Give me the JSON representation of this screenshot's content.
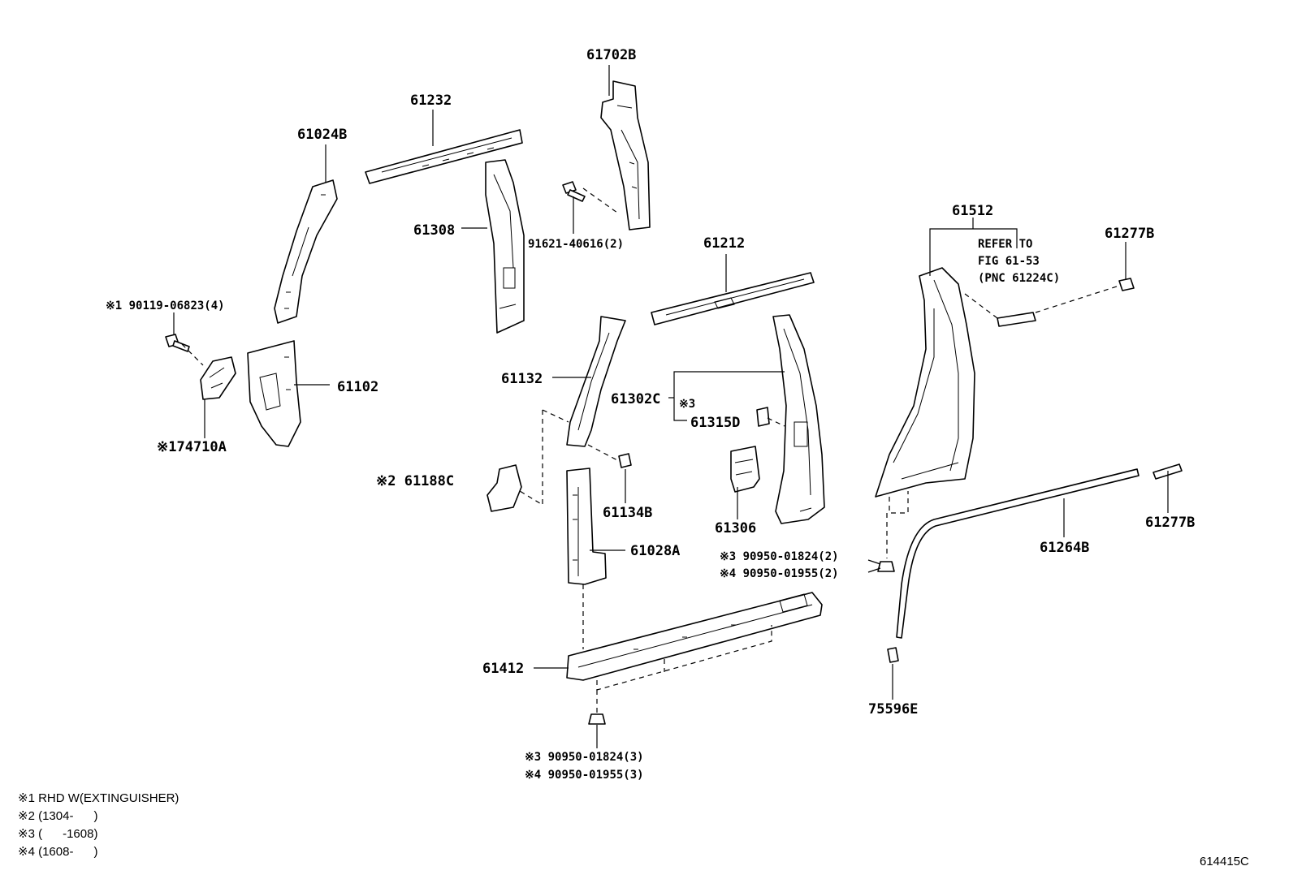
{
  "labels": {
    "p61702B": "61702B",
    "p61232": "61232",
    "p61024B": "61024B",
    "p61308": "61308",
    "p91621": "91621-40616(2)",
    "p90119": "※1 90119-06823(4)",
    "p61102": "61102",
    "p74710A": "※174710A",
    "p61512": "61512",
    "refer1": "REFER TO",
    "refer2": "FIG 61-53",
    "refer3": "(PNC 61224C)",
    "p61277B_top": "61277B",
    "p61212": "61212",
    "p61132": "61132",
    "p61302C": "61302C",
    "mark3": "※3",
    "p61315D": "61315D",
    "p61188C": "※2 61188C",
    "p61134B": "61134B",
    "p61306": "61306",
    "p61028A": "61028A",
    "p90950_mid_a": "※3 90950-01824(2)",
    "p90950_mid_b": "※4 90950-01955(2)",
    "p61264B": "61264B",
    "p61277B_bot": "61277B",
    "p61412": "61412",
    "p75596E": "75596E",
    "p90950_bot_a": "※3 90950-01824(3)",
    "p90950_bot_b": "※4 90950-01955(3)",
    "figure_code": "614415C"
  },
  "notes": [
    "※1 RHD W(EXTINGUISHER)",
    "※2 (1304-      )",
    "※3 (      -1608)",
    "※4 (1608-      )"
  ]
}
